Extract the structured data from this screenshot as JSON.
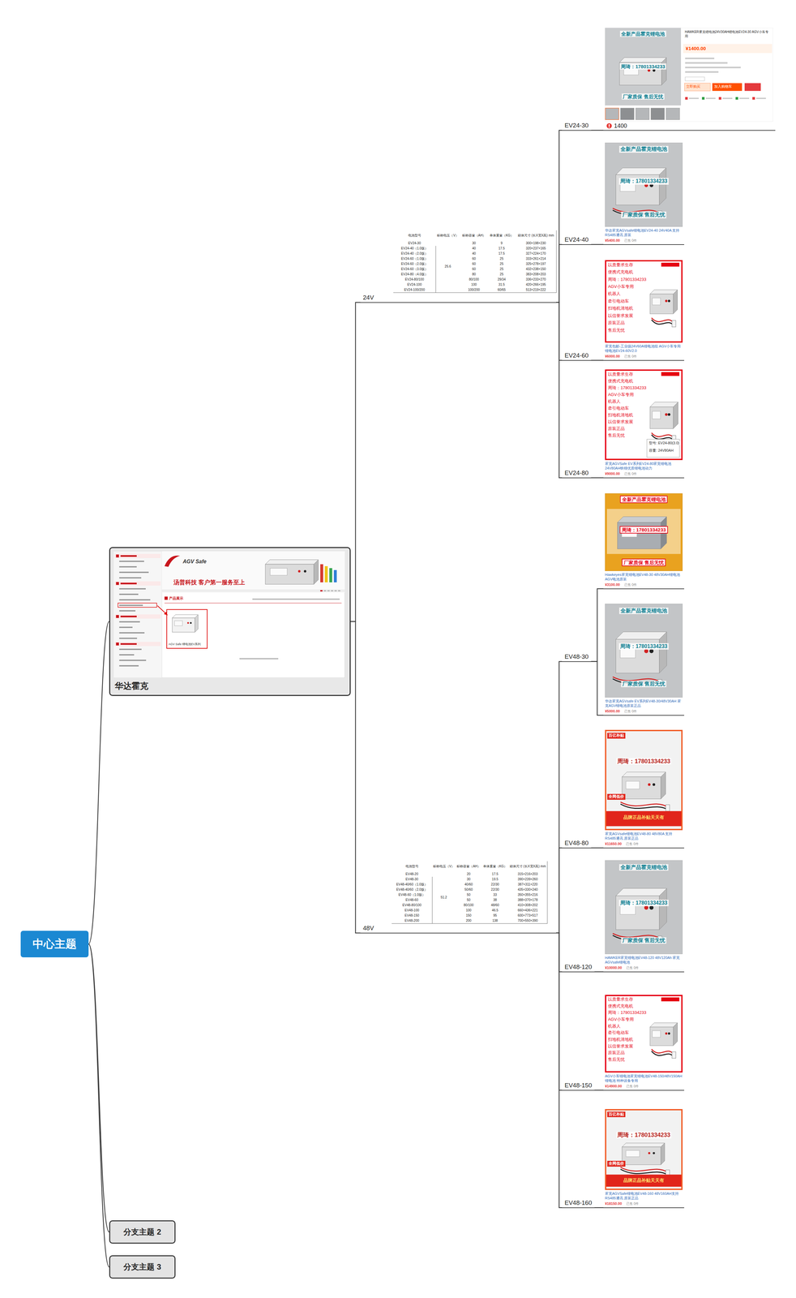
{
  "diagram": {
    "nodes": [
      {
        "text": [
          "中心主题"
        ]
      },
      {
        "text": [
          "华达霍克"
        ]
      },
      {
        "text": [
          "24V"
        ]
      },
      {
        "text": [
          "EV24-30"
        ]
      },
      {
        "text": [
          "1400"
        ]
      },
      {
        "text": [
          "EV24-40"
        ]
      },
      {
        "text": [
          "华达霍克AGVsafe锂电池EV24-40 24V40A 支持RS485通讯 原装",
          "¥5400.00",
          "已售 0件"
        ]
      },
      {
        "text": [
          "EV24-60"
        ]
      },
      {
        "text": [
          "霍克包邮-工业级24V60A锂电池组 AGV小车专用锂电池EV24-60V2.0",
          "¥6000.00",
          "已售 0件"
        ]
      },
      {
        "text": [
          "EV24-80"
        ]
      },
      {
        "text": [
          "霍克AGVSafe EV系列EV24-80霍克锂电池 24V80AH铁锂优质锂电池动力",
          "¥9000.00",
          "已售 0件"
        ]
      },
      {
        "text": [
          "48V"
        ]
      },
      {
        "text": [
          "EV48-30"
        ]
      },
      {
        "text": [
          "Hawkeyes霍克锂电池EV48-30 48V30AH锂电池AGV电池原装",
          "¥3100.00",
          "已售 0件"
        ]
      },
      {
        "text": [
          "华达霍克AGVsafe EV系列EV48-30/48V30AH 霍克AGV锂电池原装正品",
          "¥5000.00",
          "已售 0件"
        ]
      },
      {
        "text": [
          "EV48-80"
        ]
      },
      {
        "text": [
          "霍克AGVsafe锂电池EV48-80 48V80A 支持RS485通讯 原装正品",
          "¥11650.00",
          "已售 0件"
        ]
      },
      {
        "text": [
          "EV48-120"
        ]
      },
      {
        "text": [
          "HAWKER霍克锂电池EV48-120 48V120Ah 霍克AGVsafe锂电池",
          "¥10000.00",
          "已售 0件"
        ]
      },
      {
        "text": [
          "EV48-150"
        ]
      },
      {
        "text": [
          "AGV小车锂电池霍克锂电池EV48-150/48V150AH锂电池 特种设备专用",
          "¥14900.00",
          "已售 0件"
        ]
      },
      {
        "text": [
          "EV48-160"
        ]
      },
      {
        "text": [
          "霍克AGVSafe锂电池EV48-160 48V160AH支持RS485通讯 原装正品",
          "¥18150.00",
          "已售 0件"
        ]
      },
      {
        "text": [
          "分支主题 2"
        ]
      },
      {
        "text": [
          "分支主题 3"
        ]
      }
    ],
    "edges": [
      {
        "from": 0,
        "to": 1,
        "arrow": "none"
      },
      {
        "from": 0,
        "to": 23,
        "arrow": "none"
      },
      {
        "from": 0,
        "to": 24,
        "arrow": "none"
      },
      {
        "from": 1,
        "to": 2,
        "arrow": "none"
      },
      {
        "from": 1,
        "to": 11,
        "arrow": "none"
      },
      {
        "from": 2,
        "to": 3,
        "arrow": "none"
      },
      {
        "from": 2,
        "to": 5,
        "arrow": "none"
      },
      {
        "from": 2,
        "to": 7,
        "arrow": "none"
      },
      {
        "from": 2,
        "to": 9,
        "arrow": "none"
      },
      {
        "from": 3,
        "to": 4,
        "arrow": "none"
      },
      {
        "from": 5,
        "to": 6,
        "arrow": "none"
      },
      {
        "from": 7,
        "to": 8,
        "arrow": "none"
      },
      {
        "from": 9,
        "to": 10,
        "arrow": "none"
      },
      {
        "from": 11,
        "to": 12,
        "arrow": "none"
      },
      {
        "from": 11,
        "to": 15,
        "arrow": "none"
      },
      {
        "from": 11,
        "to": 17,
        "arrow": "none"
      },
      {
        "from": 11,
        "to": 19,
        "arrow": "none"
      },
      {
        "from": 11,
        "to": 21,
        "arrow": "none"
      },
      {
        "from": 12,
        "to": 13,
        "arrow": "none"
      },
      {
        "from": 12,
        "to": 14,
        "arrow": "none"
      },
      {
        "from": 15,
        "to": 16,
        "arrow": "none"
      },
      {
        "from": 17,
        "to": 18,
        "arrow": "none"
      },
      {
        "from": 19,
        "to": 20,
        "arrow": "none"
      },
      {
        "from": 21,
        "to": 22,
        "arrow": "none"
      }
    ],
    "labels": [
      "AGV Safe",
      "汤普科技 客户第一服务至上",
      "产品展示",
      "AGV Safe 锂电池EV系列",
      "电池型号",
      "标称电压（V）",
      "标称容量（AH）",
      "单体重量（KG）",
      "箱体尺寸 (长X宽X高) mm",
      "EV24-30",
      "25.6",
      "30",
      "9",
      "300×198×230",
      "EV24-40（1.0版）",
      "40",
      "17.5",
      "320×237×165",
      "EV24-40（2.0版）",
      "40",
      "17.5",
      "327×224×170",
      "EV24-60（1.0版）",
      "60",
      "25",
      "333×261×214",
      "EV24-60（2.0版）",
      "60",
      "25",
      "325×278×197",
      "EV24-60（3.0版）",
      "60",
      "25",
      "432×238×150",
      "EV24-80（4.0版）",
      "80",
      "25",
      "383×208×203",
      "EV24-80/100",
      "80/100",
      "29/34",
      "336×233×270",
      "EV24-100",
      "100",
      "31.5",
      "420×266×195",
      "EV24-100/200",
      "100/200",
      "60/65",
      "513×219×222",
      "电池型号",
      "标称电压（V）",
      "标称容量（AH）",
      "单体重量（KG）",
      "箱体尺寸 (长X宽X高) mm",
      "EV48-20",
      "51.2",
      "20",
      "17.5",
      "315×216×203",
      "EV48-30",
      "30",
      "19.5",
      "390×239×260",
      "EV48-40/60（1.0版）",
      "40/60",
      "22/30",
      "387×311×220",
      "EV48-40/60（2.0版）",
      "50/60",
      "22/30",
      "435×330×240",
      "EV48-60（1.0版）",
      "50",
      "33",
      "350×355×216",
      "EV48-60",
      "50",
      "38",
      "388×370×178",
      "EV48-80/100",
      "80/100",
      "48/60",
      "410×308×202",
      "EV48-100",
      "100",
      "46.5",
      "660×436×221",
      "EV48-150",
      "150",
      "95",
      "600×773×517",
      "EV48-200",
      "200",
      "138",
      "700×550×390",
      "全新产品霍克锂电池",
      "周琦：17801334233",
      "厂家质保 售后无忧",
      "HAWKER霍克锂电池24V30AH锂电池EV24-30 AGV小车专用",
      "¥1400.00",
      "立即购买",
      "加入购物车",
      "全新产品霍克锂电池",
      "周琦：17801334233",
      "厂家质保 售后无忧",
      "以质量求生存",
      "便携式充电机",
      "周琦：17801334233",
      "AGV小车专用",
      "机器人",
      "牵引电动车",
      "扫地机清地机",
      "以信誉求发展",
      "原装正品",
      "售后无忧",
      "以质量求生存",
      "便携式充电机",
      "周琦：17801334233",
      "AGV小车专用",
      "机器人",
      "牵引电动车",
      "扫地机清地机",
      "以信誉求发展",
      "原装正品",
      "售后无忧",
      "型号: EV24-80(3.0)",
      "容量: 24V80AH",
      "全新产品霍克锂电池",
      "周琦：17801334233",
      "厂家质保 售后无忧",
      "全新产品霍克锂电池",
      "周琦：17801334233",
      "厂家质保 售后无忧",
      "百亿补贴",
      "周琦：17801334233",
      "全网低价",
      "品牌正品补贴天天有",
      "全新产品霍克锂电池",
      "周琦：17801334233",
      "厂家质保 售后无忧",
      "以质量求生存",
      "便携式充电机",
      "周琦：17801334233",
      "AGV小车专用",
      "机器人",
      "牵引电动车",
      "扫地机清地机",
      "以信誉求发展",
      "原装正品",
      "售后无忧",
      "百亿补贴",
      "周琦：17801334233",
      "全网低价",
      "品牌正品补贴天天有"
    ]
  }
}
